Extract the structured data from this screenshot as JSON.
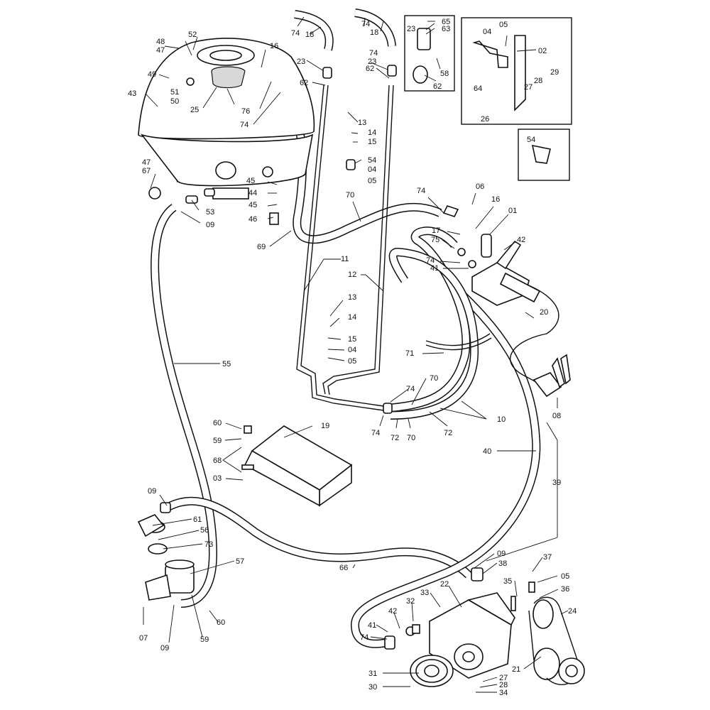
{
  "diagram": {
    "labels": [
      {
        "id": "l1",
        "text": "74"
      },
      {
        "id": "l2",
        "text": "18"
      },
      {
        "id": "l3",
        "text": "74"
      },
      {
        "id": "l4",
        "text": "18"
      },
      {
        "id": "l5",
        "text": "23"
      },
      {
        "id": "l6",
        "text": "65"
      },
      {
        "id": "l7",
        "text": "63"
      },
      {
        "id": "l8",
        "text": "58"
      },
      {
        "id": "l9",
        "text": "62"
      },
      {
        "id": "l10",
        "text": "04"
      },
      {
        "id": "l11",
        "text": "05"
      },
      {
        "id": "l12",
        "text": "02"
      },
      {
        "id": "l13",
        "text": "64"
      },
      {
        "id": "l14",
        "text": "28"
      },
      {
        "id": "l15",
        "text": "29"
      },
      {
        "id": "l16",
        "text": "27"
      },
      {
        "id": "l17",
        "text": "26"
      },
      {
        "id": "l18",
        "text": "54"
      },
      {
        "id": "l19",
        "text": "48"
      },
      {
        "id": "l20",
        "text": "52"
      },
      {
        "id": "l21",
        "text": "47"
      },
      {
        "id": "l22",
        "text": "16"
      },
      {
        "id": "l23",
        "text": "49"
      },
      {
        "id": "l24",
        "text": "23"
      },
      {
        "id": "l25",
        "text": "74"
      },
      {
        "id": "l26",
        "text": "23"
      },
      {
        "id": "l27",
        "text": "43"
      },
      {
        "id": "l28",
        "text": "51"
      },
      {
        "id": "l29",
        "text": "50"
      },
      {
        "id": "l30",
        "text": "62"
      },
      {
        "id": "l31",
        "text": "62"
      },
      {
        "id": "l32",
        "text": "25"
      },
      {
        "id": "l33",
        "text": "76"
      },
      {
        "id": "l34",
        "text": "74"
      },
      {
        "id": "l35",
        "text": "13"
      },
      {
        "id": "l36",
        "text": "14"
      },
      {
        "id": "l37",
        "text": "15"
      },
      {
        "id": "l38",
        "text": "47"
      },
      {
        "id": "l39",
        "text": "67"
      },
      {
        "id": "l40",
        "text": "54"
      },
      {
        "id": "l41",
        "text": "04"
      },
      {
        "id": "l42",
        "text": "05"
      },
      {
        "id": "l43",
        "text": "45"
      },
      {
        "id": "l44",
        "text": "44"
      },
      {
        "id": "l45",
        "text": "45"
      },
      {
        "id": "l46",
        "text": "46"
      },
      {
        "id": "l47",
        "text": "53"
      },
      {
        "id": "l48",
        "text": "09"
      },
      {
        "id": "l49",
        "text": "70"
      },
      {
        "id": "l50",
        "text": "74"
      },
      {
        "id": "l51",
        "text": "06"
      },
      {
        "id": "l52",
        "text": "16"
      },
      {
        "id": "l53",
        "text": "01"
      },
      {
        "id": "l54",
        "text": "17"
      },
      {
        "id": "l55",
        "text": "42"
      },
      {
        "id": "l56",
        "text": "75"
      },
      {
        "id": "l57",
        "text": "74"
      },
      {
        "id": "l58",
        "text": "41"
      },
      {
        "id": "l59",
        "text": "69"
      },
      {
        "id": "l60",
        "text": "11"
      },
      {
        "id": "l61",
        "text": "12"
      },
      {
        "id": "l62",
        "text": "13"
      },
      {
        "id": "l63",
        "text": "14"
      },
      {
        "id": "l64",
        "text": "20"
      },
      {
        "id": "l65",
        "text": "15"
      },
      {
        "id": "l66",
        "text": "04"
      },
      {
        "id": "l67",
        "text": "05"
      },
      {
        "id": "l68",
        "text": "71"
      },
      {
        "id": "l69",
        "text": "55"
      },
      {
        "id": "l70",
        "text": "70"
      },
      {
        "id": "l71",
        "text": "74"
      },
      {
        "id": "l72",
        "text": "08"
      },
      {
        "id": "l73",
        "text": "74"
      },
      {
        "id": "l74",
        "text": "72"
      },
      {
        "id": "l75",
        "text": "70"
      },
      {
        "id": "l76",
        "text": "72"
      },
      {
        "id": "l77",
        "text": "10"
      },
      {
        "id": "l78",
        "text": "60"
      },
      {
        "id": "l79",
        "text": "19"
      },
      {
        "id": "l80",
        "text": "59"
      },
      {
        "id": "l81",
        "text": "40"
      },
      {
        "id": "l82",
        "text": "68"
      },
      {
        "id": "l83",
        "text": "03"
      },
      {
        "id": "l84",
        "text": "39"
      },
      {
        "id": "l85",
        "text": "09"
      },
      {
        "id": "l86",
        "text": "61"
      },
      {
        "id": "l87",
        "text": "56"
      },
      {
        "id": "l88",
        "text": "73"
      },
      {
        "id": "l89",
        "text": "57"
      },
      {
        "id": "l90",
        "text": "09"
      },
      {
        "id": "l91",
        "text": "37"
      },
      {
        "id": "l92",
        "text": "66"
      },
      {
        "id": "l93",
        "text": "38"
      },
      {
        "id": "l94",
        "text": "05"
      },
      {
        "id": "l95",
        "text": "35"
      },
      {
        "id": "l96",
        "text": "36"
      },
      {
        "id": "l97",
        "text": "33"
      },
      {
        "id": "l98",
        "text": "22"
      },
      {
        "id": "l99",
        "text": "32"
      },
      {
        "id": "l100",
        "text": "24"
      },
      {
        "id": "l101",
        "text": "42"
      },
      {
        "id": "l102",
        "text": "60"
      },
      {
        "id": "l103",
        "text": "07"
      },
      {
        "id": "l104",
        "text": "09"
      },
      {
        "id": "l105",
        "text": "59"
      },
      {
        "id": "l106",
        "text": "41"
      },
      {
        "id": "l107",
        "text": "74"
      },
      {
        "id": "l108",
        "text": "21"
      },
      {
        "id": "l109",
        "text": "31"
      },
      {
        "id": "l110",
        "text": "27"
      },
      {
        "id": "l111",
        "text": "28"
      },
      {
        "id": "l112",
        "text": "30"
      },
      {
        "id": "l113",
        "text": "34"
      }
    ]
  }
}
